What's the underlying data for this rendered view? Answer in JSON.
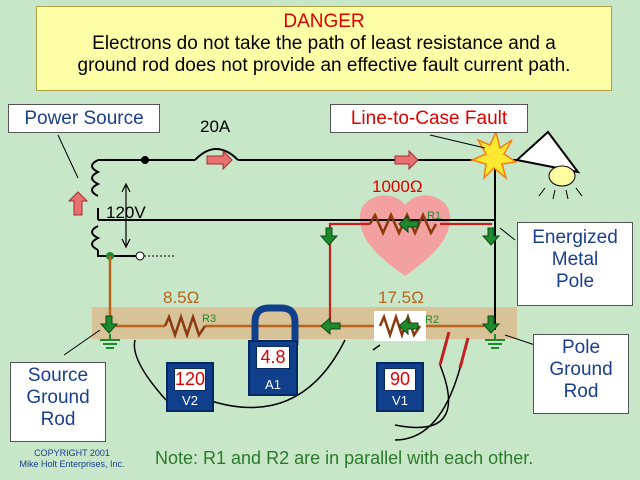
{
  "banner": {
    "title": "DANGER",
    "line1": "Electrons do not take the path of least resistance and a",
    "line2": "ground rod does not provide an effective fault current path."
  },
  "labels": {
    "power_source": "Power Source",
    "breaker": "20A",
    "fault": "Line-to-Case Fault",
    "voltage": "120V",
    "energized_pole_1": "Energized",
    "energized_pole_2": "Metal",
    "energized_pole_3": "Pole",
    "source_rod_1": "Source",
    "source_rod_2": "Ground",
    "source_rod_3": "Rod",
    "pole_rod_1": "Pole",
    "pole_rod_2": "Ground",
    "pole_rod_3": "Rod"
  },
  "resistors": {
    "r1_value": "1000Ω",
    "r1_name": "R1",
    "r2_value": "17.5Ω",
    "r2_name": "R2",
    "r3_value": "8.5Ω",
    "r3_name": "R3"
  },
  "meters": {
    "v2": {
      "reading": "120",
      "name": "V2"
    },
    "a1": {
      "reading": "4.8",
      "name": "A1"
    },
    "v1": {
      "reading": "90",
      "name": "V1"
    }
  },
  "copyright": {
    "line1": "COPYRIGHT 2001",
    "line2": "Mike Holt Enterprises, Inc."
  },
  "note": "Note: R1 and R2 are in parallel with each other.",
  "colors": {
    "background": "#c8e7c8",
    "banner_bg": "#ffffa8",
    "danger_red": "#e00000",
    "label_blue": "#1a3f8c",
    "wire_brown": "#b8641e",
    "fault_red": "#c02020",
    "earth": "#d8c398",
    "meter_blue": "#10408c",
    "heart_pink": "#f2a0a0",
    "arrow_salmon": "#e87070",
    "arrow_green": "#1e8a2e"
  }
}
